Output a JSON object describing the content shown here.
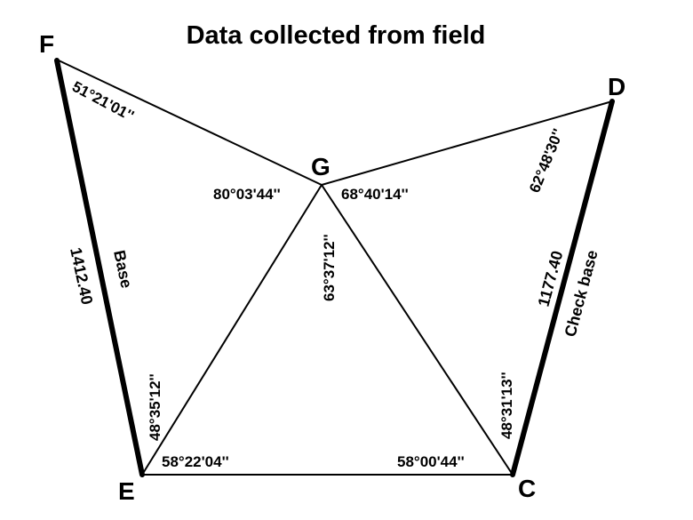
{
  "title": "Data collected from field",
  "points": {
    "F": "F",
    "D": "D",
    "G": "G",
    "E": "E",
    "C": "C"
  },
  "angles": {
    "F_angle": "51°21'01''",
    "D_angle": "62°48'30''",
    "G_left": "80°03'44''",
    "G_right": "68°40'14''",
    "G_bottom": "63°37'12''",
    "E_top": "48°35'12''",
    "E_right": "58°22'04''",
    "C_left": "58°00'44''",
    "C_top": "48°31'13''"
  },
  "lines": {
    "base_length": "1412.40",
    "base_label": "Base",
    "check_base_length": "1177.40",
    "check_base_label": "Check base"
  }
}
